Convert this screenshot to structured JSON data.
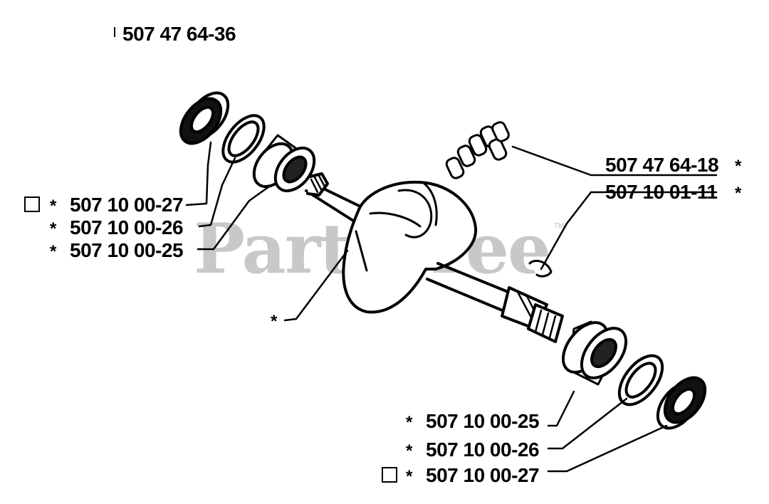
{
  "title": {
    "part_number": "507 47 64-36"
  },
  "watermark": {
    "text": "PartsTree",
    "mark": "TM"
  },
  "callouts": {
    "left_top": {
      "star": "*",
      "part": "507 10 00-27",
      "box": true
    },
    "left_mid": {
      "star": "*",
      "part": "507 10 00-26"
    },
    "left_bot": {
      "star": "*",
      "part": "507 10 00-25"
    },
    "crank_star": "*",
    "right_top": {
      "part": "507 47 64-18",
      "star": "*"
    },
    "right_mid": {
      "part": "507 10 01-11",
      "star": "*"
    },
    "bottom_top": {
      "star": "*",
      "part": "507 10 00-25"
    },
    "bottom_mid": {
      "star": "*",
      "part": "507 10 00-26"
    },
    "bottom_bot": {
      "star": "*",
      "part": "507 10 00-27",
      "box": true
    }
  }
}
